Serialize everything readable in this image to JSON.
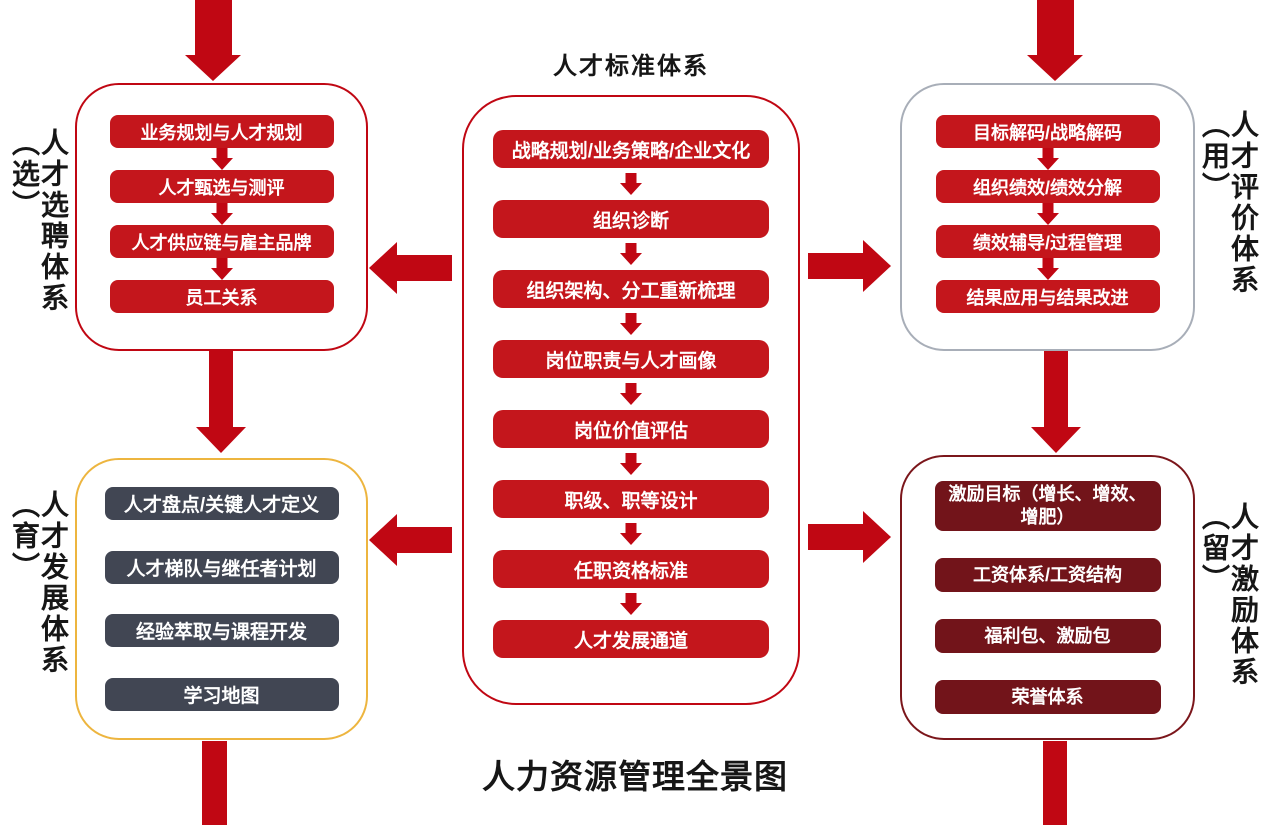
{
  "titles": {
    "center_top": "人才标准体系",
    "bottom": "人力资源管理全景图"
  },
  "colors": {
    "box_red": "#c4161c",
    "arrow_red": "#c00713",
    "box_dark_gray": "#414653",
    "box_maroon": "#72141a",
    "border_red": "#c00713",
    "border_gray": "#a8aeb8",
    "border_gold": "#edb53f",
    "border_maroon": "#7b161b",
    "text_white": "#ffffff",
    "text_black": "#161616"
  },
  "center_panel": {
    "items": [
      "战略规划/业务策略/企业文化",
      "组织诊断",
      "组织架构、分工重新梳理",
      "岗位职责与人才画像",
      "岗位价值评估",
      "职级、职等设计",
      "任职资格标准",
      "人才发展通道"
    ]
  },
  "left_top_panel": {
    "label_main": "人才选聘体系",
    "label_tag": "（选）",
    "items": [
      "业务规划与人才规划",
      "人才甄选与测评",
      "人才供应链与雇主品牌",
      "员工关系"
    ]
  },
  "right_top_panel": {
    "label_main": "人才评价体系",
    "label_tag": "（用）",
    "items": [
      "目标解码/战略解码",
      "组织绩效/绩效分解",
      "绩效辅导/过程管理",
      "结果应用与结果改进"
    ]
  },
  "left_bottom_panel": {
    "label_main": "人才发展体系",
    "label_tag": "（育）",
    "items": [
      "人才盘点/关键人才定义",
      "人才梯队与继任者计划",
      "经验萃取与课程开发",
      "学习地图"
    ]
  },
  "right_bottom_panel": {
    "label_main": "人才激励体系",
    "label_tag": "（留）",
    "items": [
      "激励目标（增长、增效、增肥）",
      "工资体系/工资结构",
      "福利包、激励包",
      "荣誉体系"
    ]
  }
}
